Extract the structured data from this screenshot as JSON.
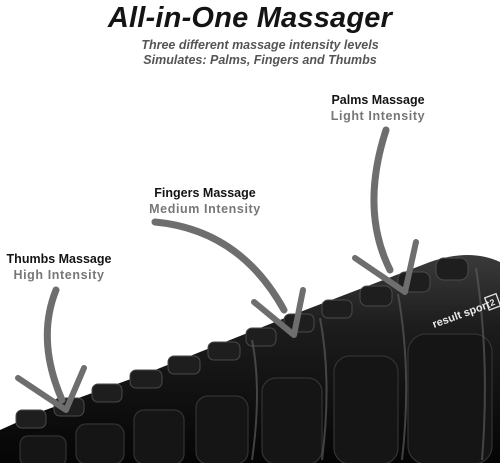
{
  "header": {
    "title": "All-in-One Massager",
    "subtitle_line1": "Three different massage intensity levels",
    "subtitle_line2": "Simulates: Palms, Fingers and Thumbs"
  },
  "zones": [
    {
      "name": "Palms Massage",
      "intensity": "Light Intensity"
    },
    {
      "name": "Fingers Massage",
      "intensity": "Medium Intensity"
    },
    {
      "name": "Thumbs Massage",
      "intensity": "High Intensity"
    }
  ],
  "product": {
    "logo_text": "result sport",
    "color": "#111111"
  },
  "colors": {
    "arrow": "#6e6e6e",
    "title": "#141414",
    "subtitle": "#555555",
    "intensity": "#777777"
  }
}
